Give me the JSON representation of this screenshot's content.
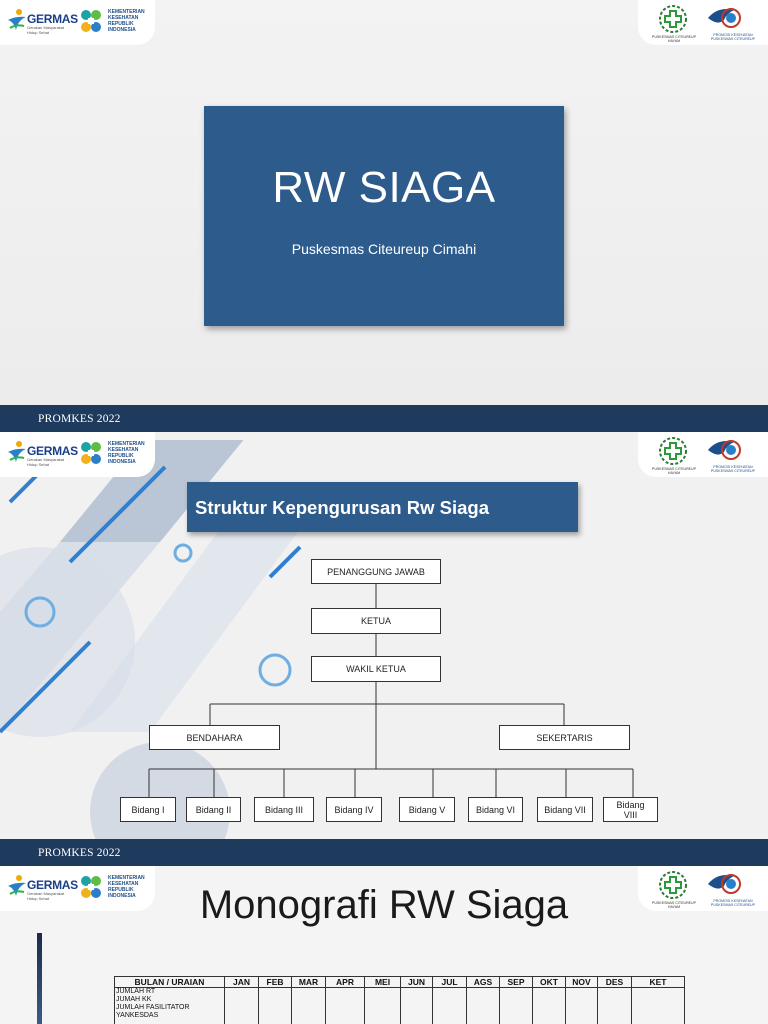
{
  "logos": {
    "germas_word": "GERMAS",
    "germas_tagline": "Gerakan Masyarakat Hidup Sehat",
    "kemenkes_text": [
      "KEMENTERIAN",
      "KESEHATAN",
      "REPUBLIK",
      "INDONESIA"
    ],
    "puskesmas_caption": "PUSKESMAS CITEUREUP HAYAM",
    "promkes_caption": "PROMOSI KESEHATAN PUSKESMAS CITEUREUP"
  },
  "slide1": {
    "title": "RW SIAGA",
    "subtitle": "Puskesmas Citeureup Cimahi",
    "footer": "PROMKES 2022"
  },
  "slide2": {
    "heading": "Struktur Kepengurusan Rw Siaga",
    "footer": "PROMKES 2022",
    "org": {
      "top": [
        "PENANGGUNG JAWAB",
        "KETUA",
        "WAKIL KETUA"
      ],
      "left": "BENDAHARA",
      "right": "SEKERTARIS",
      "bidang": [
        "Bidang I",
        "Bidang II",
        "Bidang III",
        "Bidang IV",
        "Bidang V",
        "Bidang VI",
        "Bidang VII",
        "Bidang VIII"
      ]
    }
  },
  "slide3": {
    "title": "Monografi RW Siaga",
    "table": {
      "headers": [
        "BULAN / URAIAN",
        "JAN",
        "FEB",
        "MAR",
        "APR",
        "MEI",
        "JUN",
        "JUL",
        "AGS",
        "SEP",
        "OKT",
        "NOV",
        "DES",
        "KET"
      ],
      "rows": [
        "JUMLAH RT",
        "JUMAH KK",
        "JUMLAH FASILITATOR",
        "YANKESDAS"
      ]
    }
  },
  "colors": {
    "primary": "#2c5b8c",
    "footer": "#1e3b5e",
    "accent_light": "#5a9fd6"
  }
}
